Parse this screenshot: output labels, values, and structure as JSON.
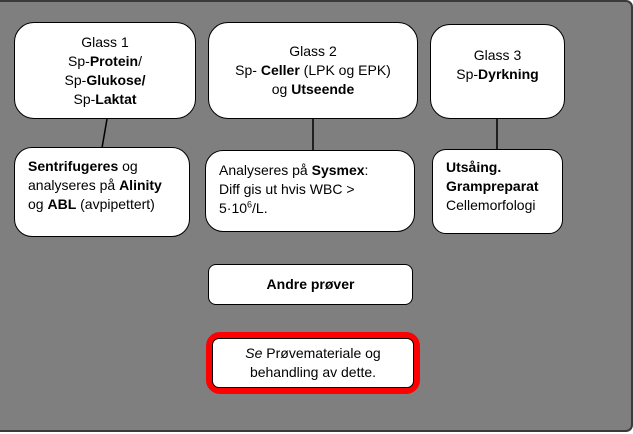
{
  "colors": {
    "bg": "#7f7f7f",
    "frame": "#3a3a3a",
    "box_bg": "#ffffff",
    "box_border": "#000000",
    "line": "#000000",
    "highlight": "#ff0000",
    "text": "#000000"
  },
  "boxes": {
    "glass1": {
      "lines": [
        [
          {
            "t": "Glass 1"
          }
        ],
        [
          {
            "t": "Sp-"
          },
          {
            "t": "Protein",
            "b": true
          },
          {
            "t": "/"
          }
        ],
        [
          {
            "t": "Sp-"
          },
          {
            "t": "Glukose/",
            "b": true
          }
        ],
        [
          {
            "t": "Sp-"
          },
          {
            "t": "Laktat",
            "b": true
          }
        ]
      ]
    },
    "glass2": {
      "lines": [
        [
          {
            "t": "Glass 2"
          }
        ],
        [
          {
            "t": "Sp- "
          },
          {
            "t": "Celler",
            "b": true
          },
          {
            "t": " (LPK og EPK)"
          }
        ],
        [
          {
            "t": "og "
          },
          {
            "t": "Utseende",
            "b": true
          }
        ]
      ]
    },
    "glass3": {
      "lines": [
        [
          {
            "t": "Glass 3"
          }
        ],
        [
          {
            "t": "Sp-"
          },
          {
            "t": "Dyrkning",
            "b": true
          }
        ]
      ]
    },
    "sentrifugeres": {
      "lines": [
        [
          {
            "t": "Sentrifugeres",
            "b": true
          },
          {
            "t": " og"
          }
        ],
        [
          {
            "t": "analyseres på "
          },
          {
            "t": "Alinity",
            "b": true
          }
        ],
        [
          {
            "t": "og "
          },
          {
            "t": "ABL",
            "b": true
          },
          {
            "t": " (avpipettert)"
          }
        ]
      ]
    },
    "analyseres": {
      "lines": [
        [
          {
            "t": "Analyseres på "
          },
          {
            "t": "Sysmex",
            "b": true
          },
          {
            "t": ":"
          }
        ],
        [
          {
            "t": "Diff gis ut hvis WBC >"
          }
        ],
        [
          {
            "t": "5·10"
          },
          {
            "t": "6",
            "sup": true
          },
          {
            "t": "/L."
          }
        ]
      ]
    },
    "utsaing": {
      "lines": [
        [
          {
            "t": "Utsåing.",
            "b": true
          }
        ],
        [
          {
            "t": "Grampreparat",
            "b": true
          }
        ],
        [
          {
            "t": "Cellemorfologi"
          }
        ]
      ]
    },
    "andre": {
      "lines": [
        [
          {
            "t": "Andre prøver"
          }
        ]
      ]
    },
    "note": {
      "lines": [
        [
          {
            "t": "Se",
            "i": true
          },
          {
            "t": " Prøvemateriale og"
          }
        ],
        [
          {
            "t": "behandling av dette."
          }
        ]
      ]
    }
  }
}
